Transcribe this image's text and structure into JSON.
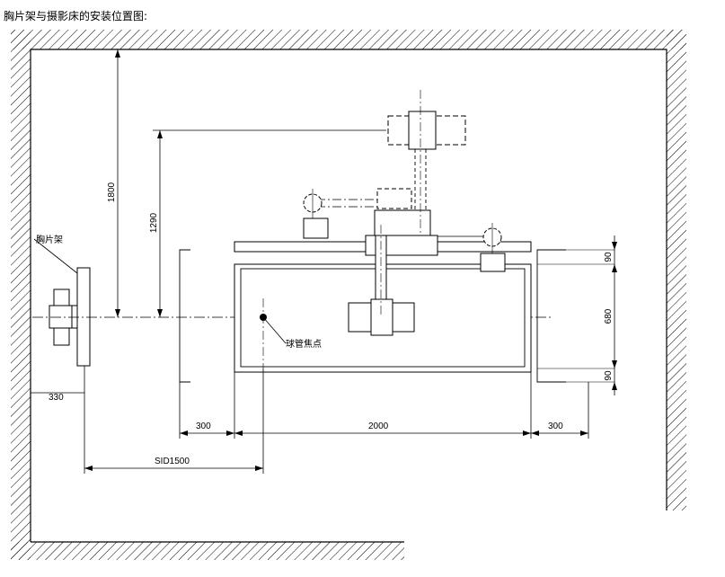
{
  "title": "胸片架与摄影床的安装位置图:",
  "labels": {
    "chest_stand": "胸片架",
    "focus_point": "球管焦点"
  },
  "dimensions": {
    "height_1800": "1800",
    "height_1290": "1290",
    "stand_offset": "330",
    "left_clearance": "300",
    "bed_length": "2000",
    "right_clearance": "300",
    "sid": "SID1500",
    "top_margin": "90",
    "bed_width": "680",
    "bottom_margin": "90"
  },
  "colors": {
    "line": "#000000",
    "hatch": "#000000",
    "background": "#ffffff"
  }
}
